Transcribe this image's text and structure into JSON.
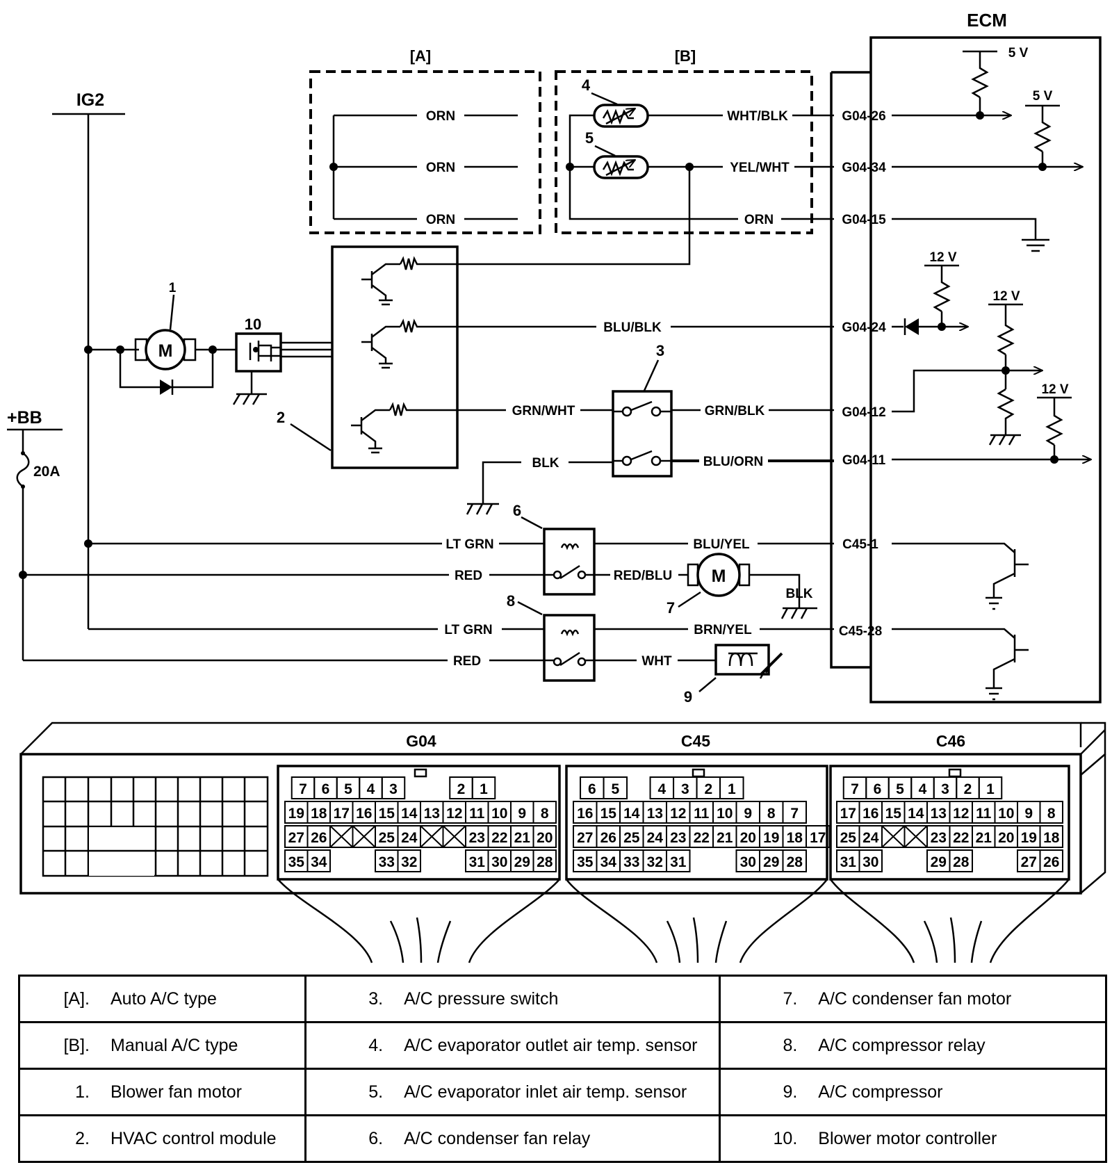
{
  "diagram": {
    "ecm": "ECM",
    "ig2": "IG2",
    "bb": "+BB",
    "fuse": "20A",
    "boxA": "[A]",
    "boxB": "[B]",
    "v5a": "5 V",
    "v5b": "5 V",
    "v12a": "12 V",
    "v12b": "12 V",
    "v12c": "12 V",
    "motor1": "M",
    "motor7": "M",
    "n1": "1",
    "n2": "2",
    "n3": "3",
    "n4": "4",
    "n5": "5",
    "n6": "6",
    "n7": "7",
    "n8": "8",
    "n9": "9",
    "n10": "10",
    "wires": {
      "orn1": "ORN",
      "orn2": "ORN",
      "orn3": "ORN",
      "whtblk": "WHT/BLK",
      "yelwht": "YEL/WHT",
      "ornb": "ORN",
      "blublk": "BLU/BLK",
      "grnwht": "GRN/WHT",
      "grnblk": "GRN/BLK",
      "blk": "BLK",
      "bluorn": "BLU/ORN",
      "ltgrn1": "LT GRN",
      "red1": "RED",
      "bluyel": "BLU/YEL",
      "redblu": "RED/BLU",
      "blk2": "BLK",
      "ltgrn2": "LT GRN",
      "red2": "RED",
      "brnyel": "BRN/YEL",
      "wht": "WHT"
    },
    "pins": {
      "g0426": "G04-26",
      "g0434": "G04-34",
      "g0415": "G04-15",
      "g0424": "G04-24",
      "g0412": "G04-12",
      "g0411": "G04-11",
      "c451": "C45-1",
      "c4528": "C45-28"
    },
    "connectors": {
      "g04": "G04",
      "c45": "C45",
      "c46": "C46",
      "g04_rows": [
        [
          "7",
          "6",
          "5",
          "4",
          "3",
          "",
          "",
          "2",
          "1"
        ],
        [
          "19",
          "18",
          "17",
          "16",
          "15",
          "14",
          "13",
          "12",
          "11",
          "10",
          "9",
          "8"
        ],
        [
          "27",
          "26",
          "X",
          "X",
          "25",
          "24",
          "X",
          "X",
          "23",
          "22",
          "21",
          "20"
        ],
        [
          "35",
          "34",
          "",
          "",
          "33",
          "32",
          "",
          "",
          "31",
          "30",
          "29",
          "28"
        ]
      ],
      "c45_rows": [
        [
          "6",
          "5",
          "",
          "4",
          "3",
          "2",
          "1"
        ],
        [
          "16",
          "15",
          "14",
          "13",
          "12",
          "11",
          "10",
          "9",
          "8",
          "7"
        ],
        [
          "27",
          "26",
          "25",
          "24",
          "23",
          "22",
          "21",
          "20",
          "19",
          "18",
          "17"
        ],
        [
          "35",
          "34",
          "33",
          "32",
          "31",
          "",
          "",
          "30",
          "29",
          "28"
        ]
      ],
      "c46_rows": [
        [
          "7",
          "6",
          "5",
          "4",
          "3",
          "2",
          "1"
        ],
        [
          "17",
          "16",
          "15",
          "14",
          "13",
          "12",
          "11",
          "10",
          "9",
          "8"
        ],
        [
          "25",
          "24",
          "X",
          "X",
          "23",
          "22",
          "21",
          "20",
          "19",
          "18"
        ],
        [
          "31",
          "30",
          "",
          "",
          "29",
          "28",
          "",
          "",
          "27",
          "26"
        ]
      ]
    }
  },
  "legend": {
    "rows": [
      [
        {
          "n": "[A].",
          "t": "Auto A/C type"
        },
        {
          "n": "3.",
          "t": "A/C pressure switch"
        },
        {
          "n": "7.",
          "t": "A/C condenser fan motor"
        }
      ],
      [
        {
          "n": "[B].",
          "t": "Manual A/C type"
        },
        {
          "n": "4.",
          "t": "A/C evaporator outlet air temp. sensor"
        },
        {
          "n": "8.",
          "t": "A/C compressor relay"
        }
      ],
      [
        {
          "n": "1.",
          "t": "Blower fan motor"
        },
        {
          "n": "5.",
          "t": "A/C evaporator inlet air temp. sensor"
        },
        {
          "n": "9.",
          "t": "A/C compressor"
        }
      ],
      [
        {
          "n": "2.",
          "t": "HVAC control module"
        },
        {
          "n": "6.",
          "t": "A/C condenser fan relay"
        },
        {
          "n": "10.",
          "t": "Blower motor controller"
        }
      ]
    ]
  }
}
